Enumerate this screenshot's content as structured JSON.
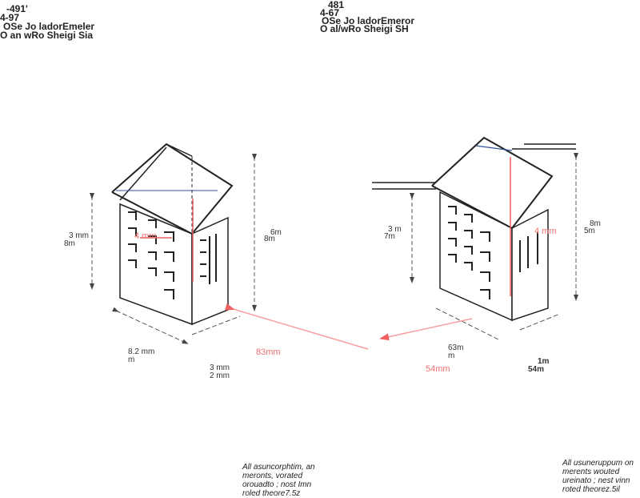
{
  "left_header": {
    "line1": "-491'",
    "line2": "4-97",
    "line3": "OSe Jo ladorEmeler",
    "line4": "O an wRo Sheigi Sia"
  },
  "right_header": {
    "line1": "481",
    "line2": "4-67",
    "line3": "OSe Jo ladorEmeror",
    "line4": "O al/wRo Sheigi SH"
  },
  "left_building": {
    "height_left": [
      "3 mm",
      "8m"
    ],
    "height_right": [
      "6m",
      "8m"
    ],
    "inner_red": "4 mm",
    "width_left": [
      "8.2 mm",
      "m"
    ],
    "width_right": [
      "3 mm",
      "2 mm"
    ],
    "distance_red": "83mm"
  },
  "right_building": {
    "height_left": [
      "3 m",
      "7m"
    ],
    "height_right": [
      "8m",
      "5m"
    ],
    "inner_red": "4 mm",
    "width_left": [
      "63m",
      "m"
    ],
    "width_right": [
      "1m",
      "54m"
    ],
    "distance_red": "54mm"
  },
  "notes": {
    "left": "All asuncorphtim, an\nmeronts, vorated\norouadto ; nost Imn\nroled theore7.5z",
    "right": "All usuneruppum on\nmerents wouted\nureinato ; nest vinn\nroted theorez.5il"
  },
  "colors": {
    "line": "#222222",
    "dim": "#555555",
    "red": "#f06060",
    "blue": "#3050a0"
  }
}
